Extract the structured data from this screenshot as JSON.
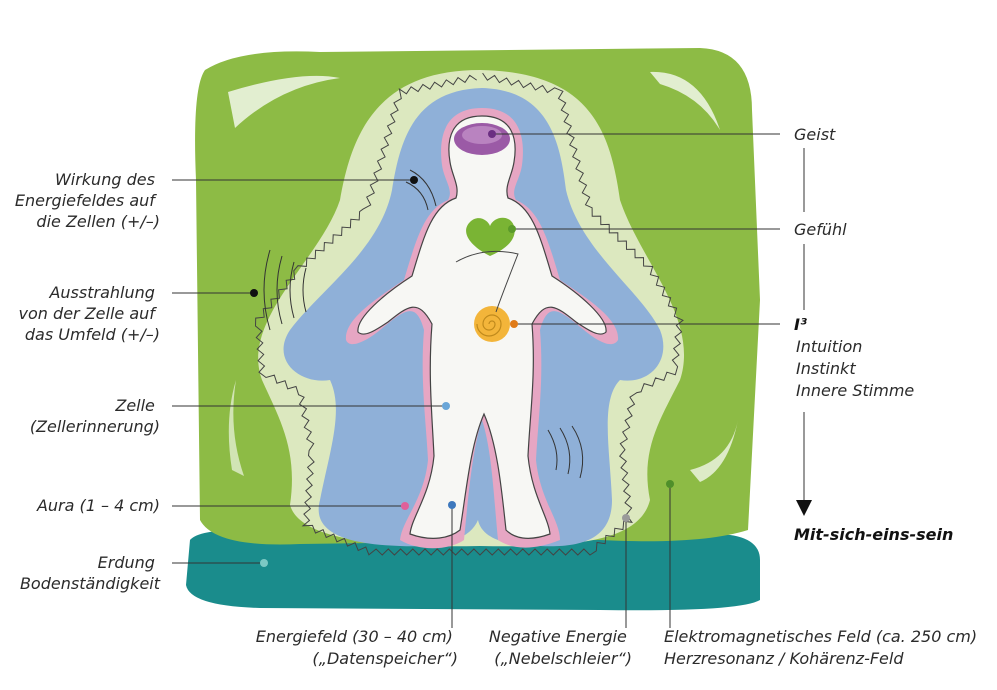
{
  "colors": {
    "field_green": "#8dbb45",
    "field_light": "#d9e6b3",
    "energy_blue": "#8fb0d8",
    "aura_pink": "#e6a6c3",
    "body_white": "#f7f7f4",
    "ground_teal": "#1a8c8c",
    "spirit_purple": "#9b5aa6",
    "heart_green": "#7ab434",
    "solar_orange": "#f3b53a"
  },
  "left_labels": {
    "wirkung": [
      "Wirkung des",
      "Energiefeldes auf",
      "die Zellen (+/–)"
    ],
    "ausstrahlung": [
      "Ausstrahlung",
      "von der Zelle auf",
      "das Umfeld (+/–)"
    ],
    "zelle": [
      "Zelle",
      "(Zellerinnerung)"
    ],
    "aura": [
      "Aura (1 – 4 cm)"
    ],
    "erdung": [
      "Erdung",
      "Bodenständigkeit"
    ]
  },
  "right_labels": {
    "geist": "Geist",
    "gefuehl": "Gefühl",
    "i3": "I³",
    "i3_items": [
      "Intuition",
      "Instinkt",
      "Innere Stimme"
    ],
    "einssein": "Mit-sich-eins-sein"
  },
  "bottom_labels": {
    "energiefeld": [
      "Energiefeld (30 – 40 cm)",
      "(„Datenspeicher“)"
    ],
    "negative": [
      "Negative Energie",
      "(„Nebelschleier“)"
    ],
    "elektro": [
      "Elektromagnetisches Feld (ca. 250 cm)",
      "Herzresonanz / Kohärenz-Feld"
    ]
  }
}
